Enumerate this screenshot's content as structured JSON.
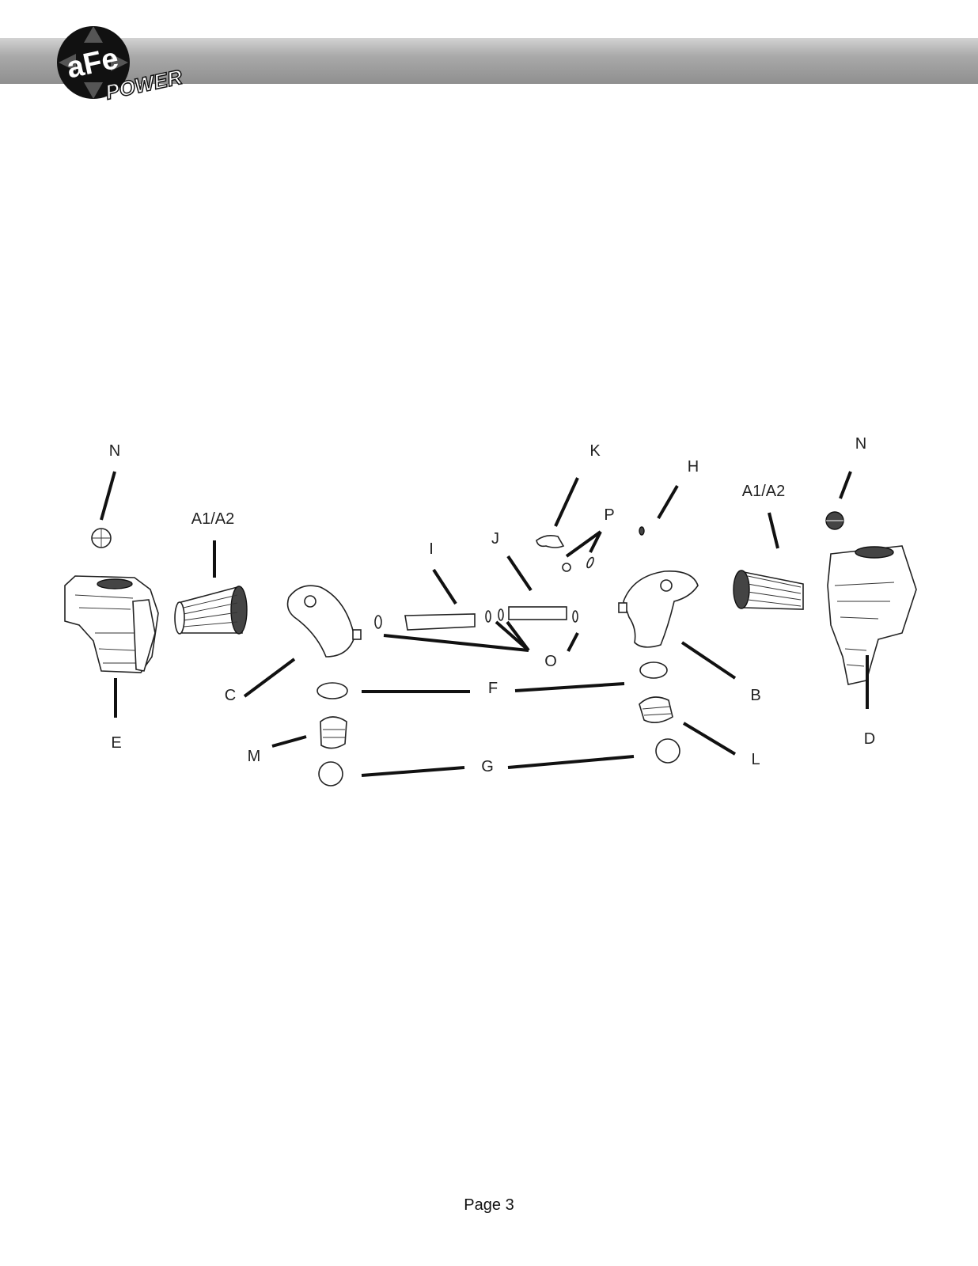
{
  "header": {
    "logo_text_primary": "aFe",
    "logo_text_secondary": "POWER"
  },
  "diagram": {
    "callouts": {
      "n_left": "N",
      "a_left": "A1/A2",
      "e": "E",
      "c": "C",
      "i": "I",
      "j": "J",
      "k": "K",
      "p": "P",
      "h": "H",
      "o": "O",
      "f": "F",
      "m": "M",
      "g": "G",
      "b": "B",
      "l": "L",
      "a_right": "A1/A2",
      "n_right": "N",
      "d": "D"
    }
  },
  "footer": {
    "page_label": "Page 3"
  }
}
